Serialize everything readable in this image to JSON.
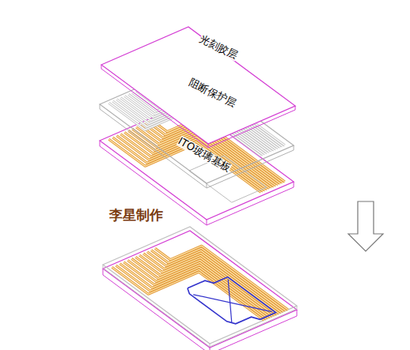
{
  "diagram": {
    "labels": [
      "光刻胶层",
      "阻断保护层",
      "ITO玻璃基板",
      "李星制作"
    ]
  }
}
